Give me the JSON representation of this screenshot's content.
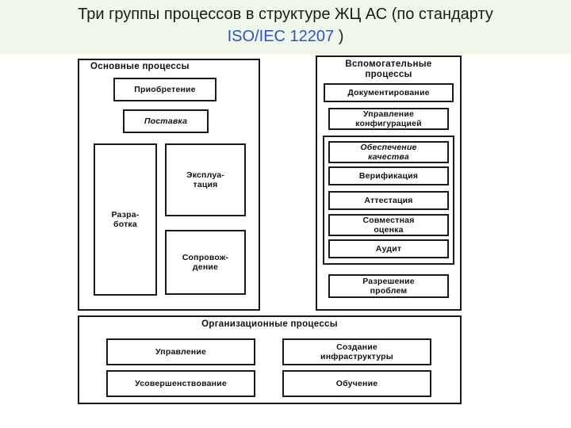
{
  "title": {
    "line1": "Три группы процессов в структуре ЖЦ АС (по стандарту",
    "line2_standard": "ISO/IEC 12207",
    "line2_suffix": " )"
  },
  "primary_group": {
    "heading": "Основные процессы",
    "items": {
      "acquisition": "Приобретение",
      "supply": "Поставка",
      "development": "Разра-\nботка",
      "operation": "Эксплуа-\nтация",
      "maintenance": "Сопровож-\nдение"
    }
  },
  "supporting_group": {
    "heading": "Вспомогательные\nпроцессы",
    "items": {
      "documentation": "Документирование",
      "configuration": "Управление\nконфигурацией",
      "quality": "Обеспечение\nкачества",
      "verification": "Верификация",
      "validation": "Аттестация",
      "joint_review": "Совместная\nоценка",
      "audit": "Аудит",
      "problem_resolution": "Разрешение\nпроблем"
    }
  },
  "organizational_group": {
    "heading": "Организационные процессы",
    "items": {
      "management": "Управление",
      "infrastructure": "Создание\nинфраструктуры",
      "improvement": "Усовершенствование",
      "training": "Обучение"
    }
  }
}
